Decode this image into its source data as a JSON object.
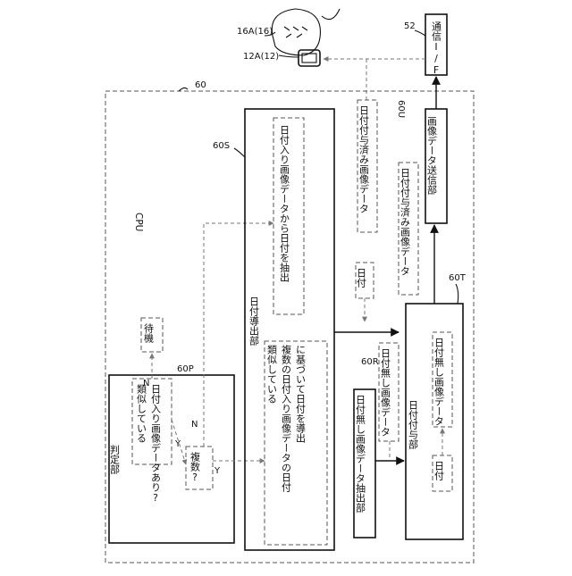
{
  "refs": {
    "cpu_block": "60",
    "terminal": "16A(16)",
    "display": "12A(12)",
    "comm_if_ref": "52",
    "judge_ref": "60P",
    "derive_ref": "60S",
    "extract_ref": "60R",
    "assign_ref": "60T",
    "send_ref": "60U"
  },
  "cpu": {
    "label": "CPU"
  },
  "comm_if": {
    "label": "通信I/F"
  },
  "judge": {
    "title": "判定部",
    "q1": "類似している\n日付入り画像データあり?",
    "q2": "複数?",
    "yes": "Y",
    "no": "N",
    "wait": "待機"
  },
  "derive": {
    "title": "日付導出部",
    "single": "日付入り画像データから日付を抽出",
    "multi": "類似している\n複数の日付入り画像データの日付\nに基づいて日付を導出"
  },
  "extract": {
    "title": "日付無し画像データ抽出部"
  },
  "assign": {
    "title": "日付付与部",
    "date": "日付",
    "undated": "日付無し画像データ"
  },
  "send": {
    "title": "画像データ送信部"
  },
  "flows": {
    "date": "日付",
    "undated": "日付無し画像データ",
    "dated_in": "日付付与済み画像データ",
    "dated_out": "日付付与済み画像データ"
  }
}
